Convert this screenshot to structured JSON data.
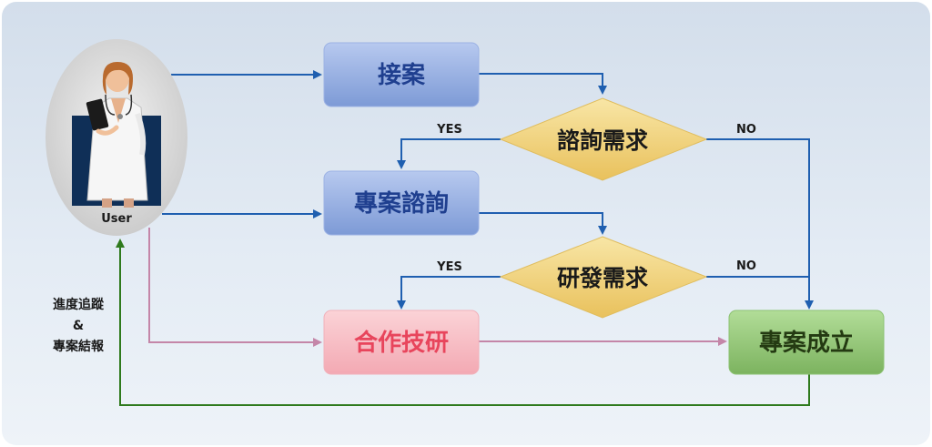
{
  "user": {
    "label": "User"
  },
  "nodes": {
    "intake": "接案",
    "consult_decision": "諮詢需求",
    "project_consult": "專案諮詢",
    "research_decision": "研發需求",
    "collab_research": "合作技研",
    "project_established": "專案成立"
  },
  "edges": {
    "consult_yes": "YES",
    "consult_no": "NO",
    "research_yes": "YES",
    "research_no": "NO"
  },
  "feedback_note": {
    "line1": "進度追蹤",
    "line2": "&",
    "line3": "專案結報"
  },
  "colors": {
    "blue_node": "#8aa6dc",
    "blue_text": "#1f3f8f",
    "decision": "#f0d27a",
    "pink_node": "#f6b9c1",
    "pink_text": "#e8455c",
    "green_node": "#8cc272",
    "green_text": "#243a12",
    "arrow_blue": "#1f5fb0",
    "arrow_pink": "#c486a8",
    "arrow_green": "#2f7a1d"
  }
}
